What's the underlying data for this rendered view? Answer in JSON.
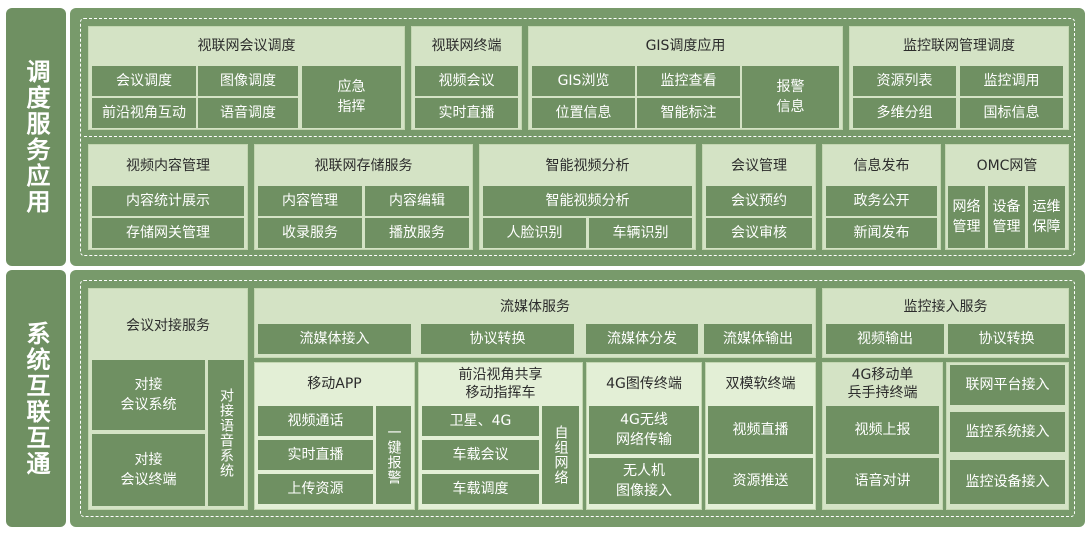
{
  "sections": {
    "top_label": "调度服务应用",
    "bottom_label": "系统互联互通"
  },
  "top": {
    "row1": {
      "meeting_dispatch": {
        "title": "视联网会议调度",
        "items": [
          "会议调度",
          "图像调度",
          "前沿视角互动",
          "语音调度"
        ],
        "emergency": "应急\n指挥"
      },
      "terminal": {
        "title": "视联网终端",
        "items": [
          "视频会议",
          "实时直播"
        ]
      },
      "gis": {
        "title": "GIS调度应用",
        "items": [
          "GIS浏览",
          "监控查看",
          "位置信息",
          "智能标注"
        ],
        "alarm": "报警\n信息"
      },
      "monitor_mgmt": {
        "title": "监控联网管理调度",
        "items": [
          "资源列表",
          "监控调用",
          "多维分组",
          "国标信息"
        ]
      }
    },
    "row2": {
      "video_content": {
        "title": "视频内容管理",
        "items": [
          "内容统计展示",
          "存储网关管理"
        ]
      },
      "storage": {
        "title": "视联网存储服务",
        "items": [
          "内容管理",
          "内容编辑",
          "收录服务",
          "播放服务"
        ]
      },
      "analysis": {
        "title": "智能视频分析",
        "top": "智能视频分析",
        "items": [
          "人脸识别",
          "车辆识别"
        ]
      },
      "meeting_mgmt": {
        "title": "会议管理",
        "items": [
          "会议预约",
          "会议审核"
        ]
      },
      "publish": {
        "title": "信息发布",
        "items": [
          "政务公开",
          "新闻发布"
        ]
      },
      "omc": {
        "title": "OMC网管",
        "items": [
          "网络\n管理",
          "设备\n管理",
          "运维\n保障"
        ]
      }
    }
  },
  "bottom": {
    "meeting_docking": {
      "title": "会议对接服务",
      "items": [
        "对接\n会议系统",
        "对接\n会议终端"
      ],
      "voice": "对接语音系统"
    },
    "streaming": {
      "title": "流媒体服务",
      "items": [
        "流媒体接入",
        "协议转换",
        "流媒体分发",
        "流媒体输出"
      ]
    },
    "mobile_app": {
      "title": "移动APP",
      "items": [
        "视频通话",
        "实时直播",
        "上传资源"
      ],
      "alarm": "一键报警"
    },
    "vehicle": {
      "title": "前沿视角共享\n移动指挥车",
      "items": [
        "卫星、4G",
        "车载会议",
        "车载调度"
      ],
      "ad_hoc": "自组网络"
    },
    "g4_transfer": {
      "title": "4G图传终端",
      "items": [
        "4G无线\n网络传输",
        "无人机\n图像接入"
      ]
    },
    "dual_mode": {
      "title": "双模软终端",
      "items": [
        "视频直播",
        "资源推送"
      ]
    },
    "monitor_access": {
      "title": "监控接入服务",
      "items": [
        "视频输出",
        "协议转换"
      ]
    },
    "single_soldier": {
      "title": "4G移动单\n兵手持终端",
      "items": [
        "视频上报",
        "语音对讲"
      ]
    },
    "access_right": {
      "items": [
        "联网平台接入",
        "监控系统接入",
        "监控设备接入"
      ]
    }
  }
}
